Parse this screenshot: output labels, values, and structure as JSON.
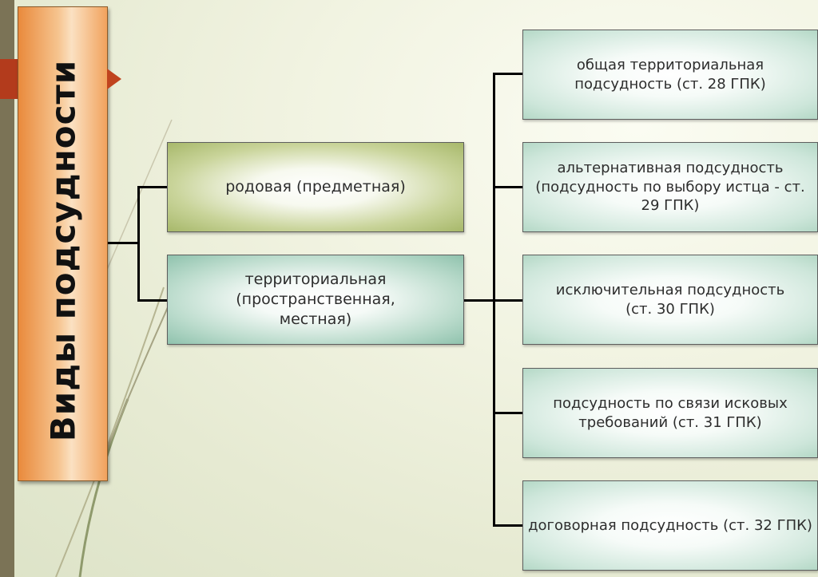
{
  "title": "Виды подсудности",
  "level1": [
    {
      "label": "родовая (предметная)"
    },
    {
      "label": "территориальная (пространственная, местная)"
    }
  ],
  "level2": [
    {
      "label": "общая территориальная подсудность (ст. 28 ГПК)"
    },
    {
      "label": "альтернативная подсудность (подсудность по выбору истца - ст. 29 ГПК)"
    },
    {
      "label": "исключительная подсудность (ст. 30 ГПК)"
    },
    {
      "label": "подсудность по связи исковых требований (ст. 31 ГПК)"
    },
    {
      "label": "договорная подсудность (ст. 32 ГПК)"
    }
  ]
}
